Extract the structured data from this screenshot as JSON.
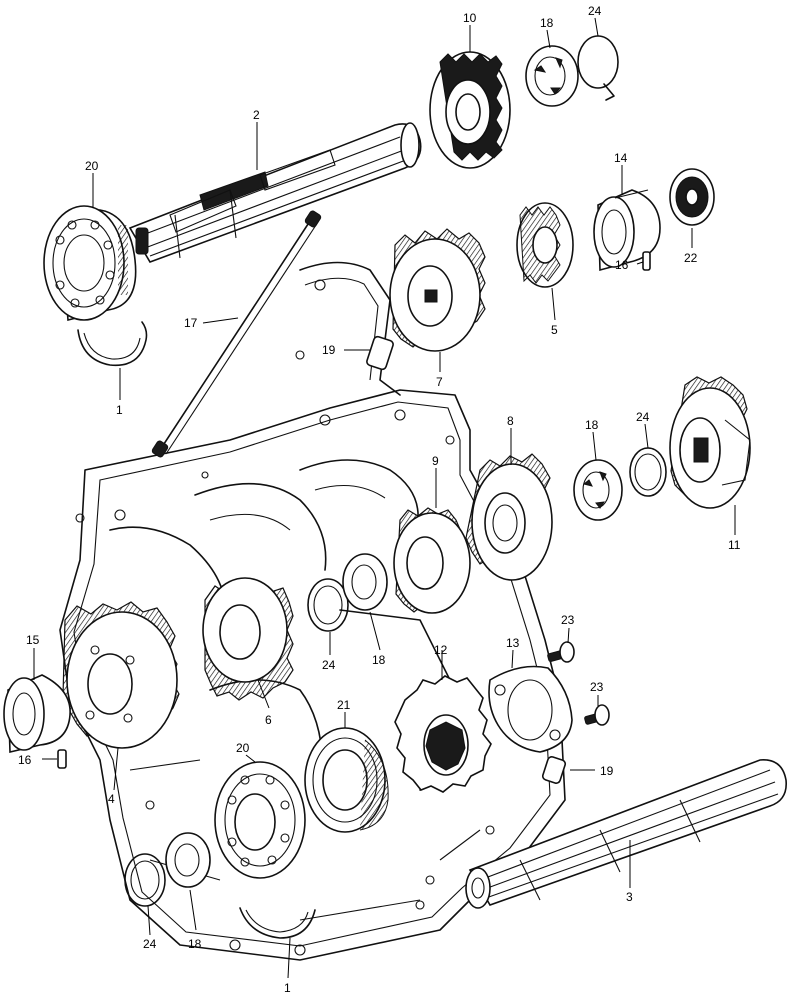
{
  "diagram": {
    "callouts": [
      {
        "id": "c10",
        "text": "10"
      },
      {
        "id": "c18a",
        "text": "18"
      },
      {
        "id": "c24a",
        "text": "24"
      },
      {
        "id": "c2",
        "text": "2"
      },
      {
        "id": "c14",
        "text": "14"
      },
      {
        "id": "c20a",
        "text": "20"
      },
      {
        "id": "c16a",
        "text": "16"
      },
      {
        "id": "c22",
        "text": "22"
      },
      {
        "id": "c17",
        "text": "17"
      },
      {
        "id": "c19a",
        "text": "19"
      },
      {
        "id": "c5",
        "text": "5"
      },
      {
        "id": "c7",
        "text": "7"
      },
      {
        "id": "c1a",
        "text": "1"
      },
      {
        "id": "c8",
        "text": "8"
      },
      {
        "id": "c18b",
        "text": "18"
      },
      {
        "id": "c24b",
        "text": "24"
      },
      {
        "id": "c9",
        "text": "9"
      },
      {
        "id": "c11",
        "text": "11"
      },
      {
        "id": "c23a",
        "text": "23"
      },
      {
        "id": "c15",
        "text": "15"
      },
      {
        "id": "c24c",
        "text": "24"
      },
      {
        "id": "c18c",
        "text": "18"
      },
      {
        "id": "c13",
        "text": "13"
      },
      {
        "id": "c12",
        "text": "12"
      },
      {
        "id": "c23b",
        "text": "23"
      },
      {
        "id": "c6",
        "text": "6"
      },
      {
        "id": "c21",
        "text": "21"
      },
      {
        "id": "c20b",
        "text": "20"
      },
      {
        "id": "c16b",
        "text": "16"
      },
      {
        "id": "c19b",
        "text": "19"
      },
      {
        "id": "c4",
        "text": "4"
      },
      {
        "id": "c3",
        "text": "3"
      },
      {
        "id": "c24d",
        "text": "24"
      },
      {
        "id": "c18d",
        "text": "18"
      },
      {
        "id": "c1b",
        "text": "1"
      }
    ]
  }
}
